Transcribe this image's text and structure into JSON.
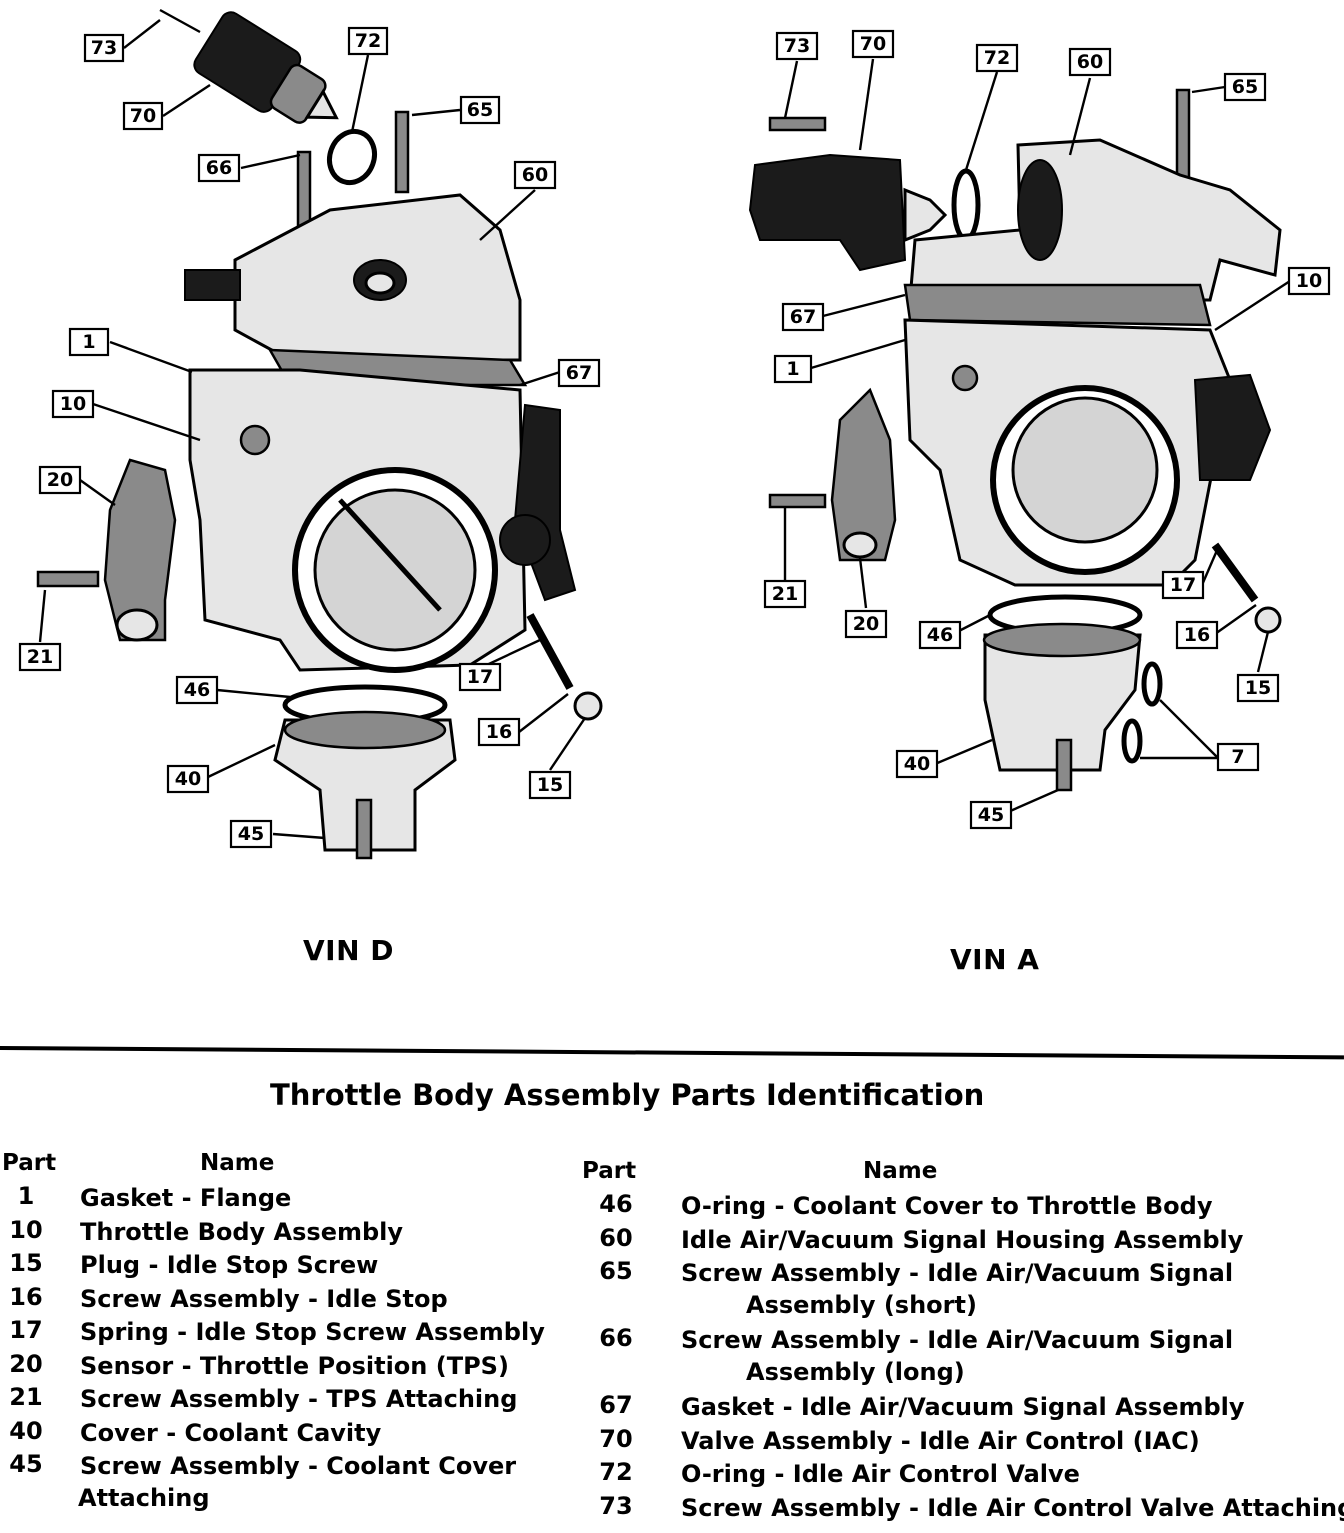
{
  "views": [
    {
      "label": "VIN D",
      "callouts": [
        {
          "num": "73"
        },
        {
          "num": "72"
        },
        {
          "num": "70"
        },
        {
          "num": "65"
        },
        {
          "num": "66"
        },
        {
          "num": "60"
        },
        {
          "num": "1"
        },
        {
          "num": "67"
        },
        {
          "num": "10"
        },
        {
          "num": "20"
        },
        {
          "num": "21"
        },
        {
          "num": "46"
        },
        {
          "num": "17"
        },
        {
          "num": "16"
        },
        {
          "num": "40"
        },
        {
          "num": "15"
        },
        {
          "num": "45"
        }
      ]
    },
    {
      "label": "VIN A",
      "callouts": [
        {
          "num": "73"
        },
        {
          "num": "70"
        },
        {
          "num": "72"
        },
        {
          "num": "60"
        },
        {
          "num": "65"
        },
        {
          "num": "10"
        },
        {
          "num": "67"
        },
        {
          "num": "1"
        },
        {
          "num": "21"
        },
        {
          "num": "20"
        },
        {
          "num": "17"
        },
        {
          "num": "46"
        },
        {
          "num": "16"
        },
        {
          "num": "15"
        },
        {
          "num": "40"
        },
        {
          "num": "7"
        },
        {
          "num": "45"
        }
      ]
    }
  ],
  "table": {
    "title": "Throttle Body Assembly Parts Identification",
    "part_header": "Part",
    "name_header": "Name",
    "left_rows": [
      {
        "part": "1",
        "name": "Gasket  - Flange"
      },
      {
        "part": "10",
        "name": "Throttle Body Assembly"
      },
      {
        "part": "15",
        "name": "Plug - Idle Stop Screw"
      },
      {
        "part": "16",
        "name": "Screw Assembly - Idle Stop"
      },
      {
        "part": "17",
        "name": "Spring - Idle Stop Screw Assembly"
      },
      {
        "part": "20",
        "name": "Sensor - Throttle Position (TPS)"
      },
      {
        "part": "21",
        "name": "Screw Assembly - TPS Attaching"
      },
      {
        "part": "40",
        "name": "Cover - Coolant Cavity"
      },
      {
        "part": "45",
        "name": "Screw Assembly - Coolant Cover",
        "name2": "Attaching"
      }
    ],
    "right_rows": [
      {
        "part": "46",
        "name": "O-ring - Coolant Cover to Throttle Body"
      },
      {
        "part": "60",
        "name": "Idle Air/Vacuum Signal Housing Assembly"
      },
      {
        "part": "65",
        "name": "Screw Assembly - Idle Air/Vacuum Signal",
        "name2": "Assembly (short)"
      },
      {
        "part": "66",
        "name": "Screw Assembly - Idle Air/Vacuum Signal",
        "name2": "Assembly (long)"
      },
      {
        "part": "67",
        "name": "Gasket - Idle Air/Vacuum Signal Assembly"
      },
      {
        "part": "70",
        "name": "Valve Assembly - Idle Air Control (IAC)"
      },
      {
        "part": "72",
        "name": "O-ring - Idle Air Control Valve"
      },
      {
        "part": "73",
        "name": "Screw Assembly - Idle Air Control Valve Attaching"
      }
    ]
  }
}
